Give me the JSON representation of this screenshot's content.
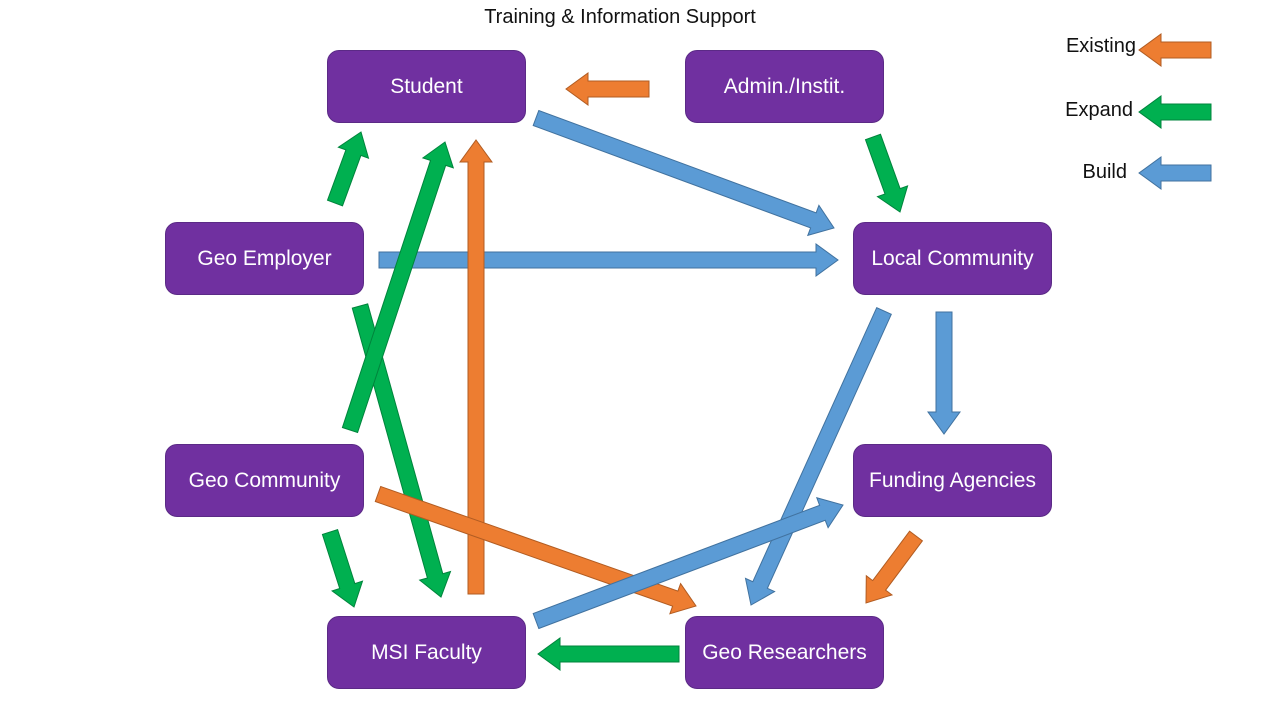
{
  "title": "Training & Information Support",
  "node_color": "#7030a0",
  "colors": {
    "existing": "#ed7d31",
    "expand": "#00b050",
    "build": "#5b9bd5"
  },
  "nodes": {
    "student": "Student",
    "admin": "Admin./Instit.",
    "geo_employer": "Geo Employer",
    "local_community": "Local Community",
    "geo_community": "Geo Community",
    "funding_agencies": "Funding Agencies",
    "msi_faculty": "MSI Faculty",
    "geo_researchers": "Geo Researchers"
  },
  "legend": {
    "existing": "Existing",
    "expand": "Expand",
    "build": "Build"
  },
  "edges": [
    {
      "from": "admin",
      "to": "student",
      "type": "existing"
    },
    {
      "from": "admin",
      "to": "local_community",
      "type": "expand"
    },
    {
      "from": "student",
      "to": "local_community",
      "type": "build"
    },
    {
      "from": "geo_employer",
      "to": "student",
      "type": "expand"
    },
    {
      "from": "geo_employer",
      "to": "local_community",
      "type": "build"
    },
    {
      "from": "geo_employer",
      "to": "msi_faculty",
      "type": "expand"
    },
    {
      "from": "geo_community",
      "to": "student",
      "type": "expand"
    },
    {
      "from": "msi_faculty",
      "to": "student",
      "type": "existing"
    },
    {
      "from": "local_community",
      "to": "funding_agencies",
      "type": "build"
    },
    {
      "from": "local_community",
      "to": "geo_researchers",
      "type": "build"
    },
    {
      "from": "geo_community",
      "to": "geo_researchers",
      "type": "existing"
    },
    {
      "from": "geo_community",
      "to": "msi_faculty",
      "type": "expand"
    },
    {
      "from": "msi_faculty",
      "to": "funding_agencies",
      "type": "build"
    },
    {
      "from": "funding_agencies",
      "to": "geo_researchers",
      "type": "existing"
    },
    {
      "from": "geo_researchers",
      "to": "msi_faculty",
      "type": "expand"
    }
  ]
}
